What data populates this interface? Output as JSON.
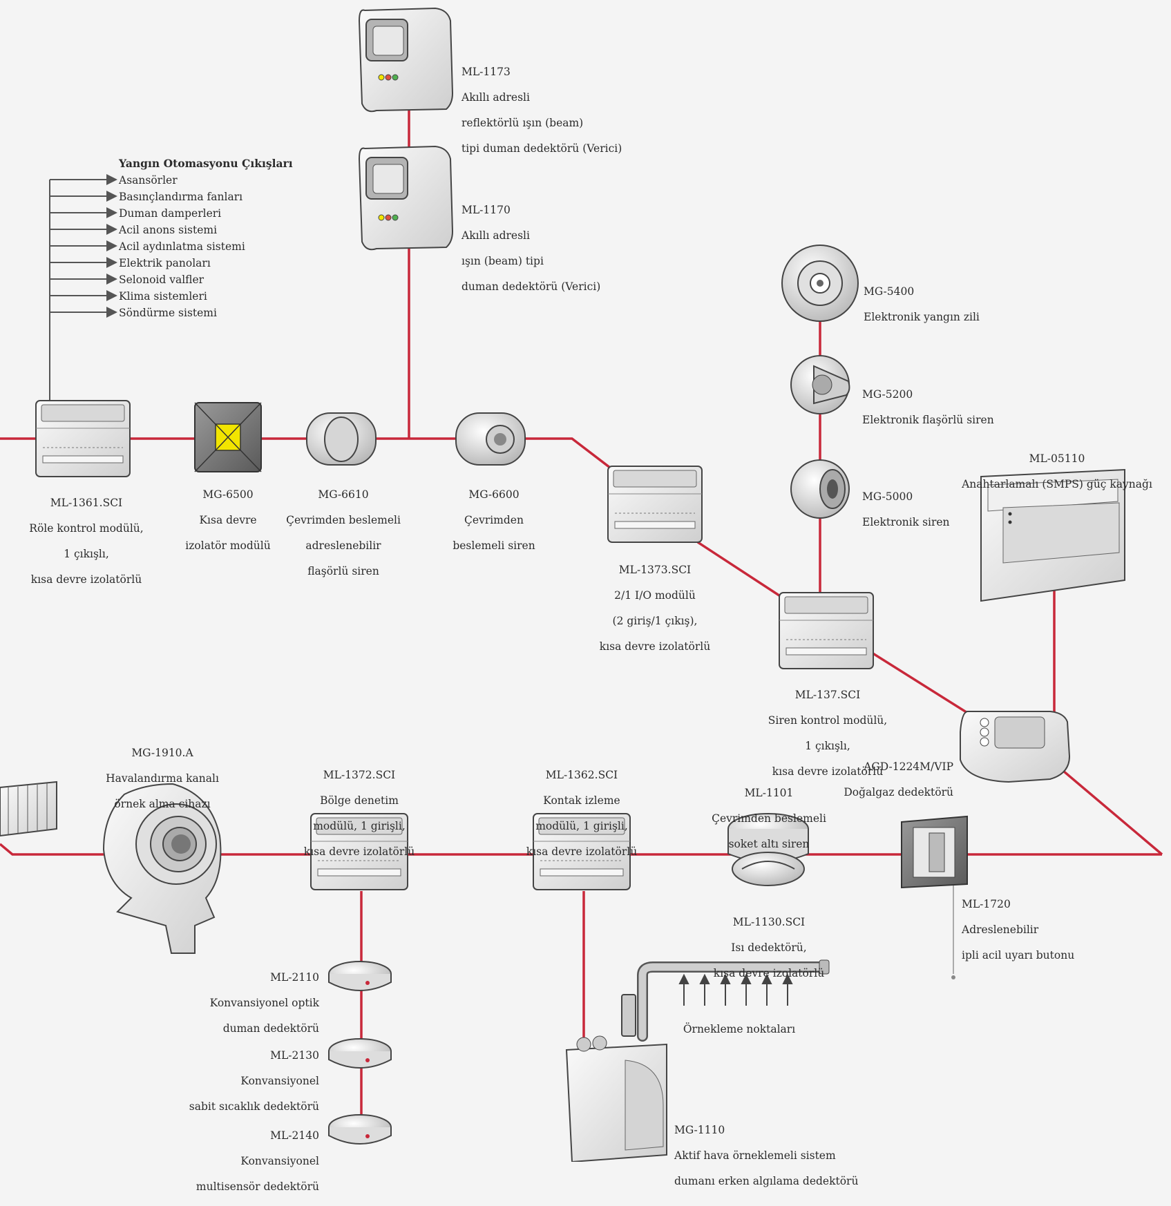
{
  "colors": {
    "wire": "#c8283a",
    "line": "#555555",
    "device": "#e4e4e4",
    "accent": "#f2e500"
  },
  "automation_outputs": {
    "title": "Yangın Otomasyonu Çıkışları",
    "items": [
      "Asansörler",
      "Basınçlandırma fanları",
      "Duman damperleri",
      "Acil anons sistemi",
      "Acil aydınlatma sistemi",
      "Elektrik panoları",
      "Selonoid valfler",
      "Klima sistemleri",
      "Söndürme sistemi"
    ]
  },
  "devices": {
    "ml1173": {
      "code": "ML-1173",
      "lines": [
        "Akıllı adresli",
        "reflektörlü ışın (beam)",
        "tipi duman dedektörü (Verici)"
      ]
    },
    "ml1170": {
      "code": "ML-1170",
      "lines": [
        "Akıllı adresli",
        "ışın (beam) tipi",
        "duman dedektörü (Verici)"
      ]
    },
    "mg5400": {
      "code": "MG-5400",
      "lines": [
        "Elektronik yangın zili"
      ]
    },
    "mg5200": {
      "code": "MG-5200",
      "lines": [
        "Elektronik flaşörlü siren"
      ]
    },
    "mg5000": {
      "code": "MG-5000",
      "lines": [
        "Elektronik siren"
      ]
    },
    "ml05110": {
      "code": "ML-05110",
      "lines": [
        "Anahtarlamalı (SMPS) güç kaynağı"
      ]
    },
    "ml1361": {
      "code": "ML-1361.SCI",
      "lines": [
        "Röle kontrol modülü,",
        "1 çıkışlı,",
        "kısa devre izolatörlü"
      ]
    },
    "mg6500": {
      "code": "MG-6500",
      "lines": [
        "Kısa devre",
        "izolatör modülü"
      ]
    },
    "mg6610": {
      "code": "MG-6610",
      "lines": [
        "Çevrimden beslemeli",
        "adreslenebilir",
        "flaşörlü siren"
      ]
    },
    "mg6600": {
      "code": "MG-6600",
      "lines": [
        "Çevrimden",
        "beslemeli siren"
      ]
    },
    "ml1373": {
      "code": "ML-1373.SCI",
      "lines": [
        "2/1 I/O modülü",
        "(2 giriş/1 çıkış),",
        "kısa devre izolatörlü"
      ]
    },
    "ml137": {
      "code": "ML-137.SCI",
      "lines": [
        "Siren kontrol modülü,",
        "1 çıkışlı,",
        "kısa devre izolatörlü"
      ]
    },
    "agd1224": {
      "code": "AGD-1224M/VIP",
      "lines": [
        "Doğalgaz dedektörü"
      ]
    },
    "mg1910": {
      "code": "MG-1910.A",
      "lines": [
        "Havalandırma kanalı",
        "örnek alma cihazı"
      ]
    },
    "ml1372": {
      "code": "ML-1372.SCI",
      "lines": [
        "Bölge denetim",
        "modülü, 1 girişli,",
        "kısa devre izolatörlü"
      ]
    },
    "ml1362": {
      "code": "ML-1362.SCI",
      "lines": [
        "Kontak izleme",
        "modülü, 1 girişli,",
        "kısa devre izolatörlü"
      ]
    },
    "ml1101": {
      "code": "ML-1101",
      "lines": [
        "Çevrimden beslemeli",
        "soket altı siren"
      ]
    },
    "ml1130": {
      "code": "ML-1130.SCI",
      "lines": [
        "Isı dedektörü,",
        "kısa devre izolatörlü"
      ]
    },
    "ml1720": {
      "code": "ML-1720",
      "lines": [
        "Adreslenebilir",
        "ipli acil uyarı butonu"
      ]
    },
    "ml2110": {
      "code": "ML-2110",
      "lines": [
        "Konvansiyonel optik",
        "duman dedektörü"
      ]
    },
    "ml2130": {
      "code": "ML-2130",
      "lines": [
        "Konvansiyonel",
        "sabit sıcaklık dedektörü"
      ]
    },
    "ml2140": {
      "code": "ML-2140",
      "lines": [
        "Konvansiyonel",
        "multisensör dedektörü"
      ]
    },
    "mg1110": {
      "code": "MG-1110",
      "lines": [
        "Aktif hava örneklemeli sistem",
        "dumanı erken algılama dedektörü"
      ]
    }
  },
  "sampling": {
    "label": "Örnekleme noktaları"
  }
}
